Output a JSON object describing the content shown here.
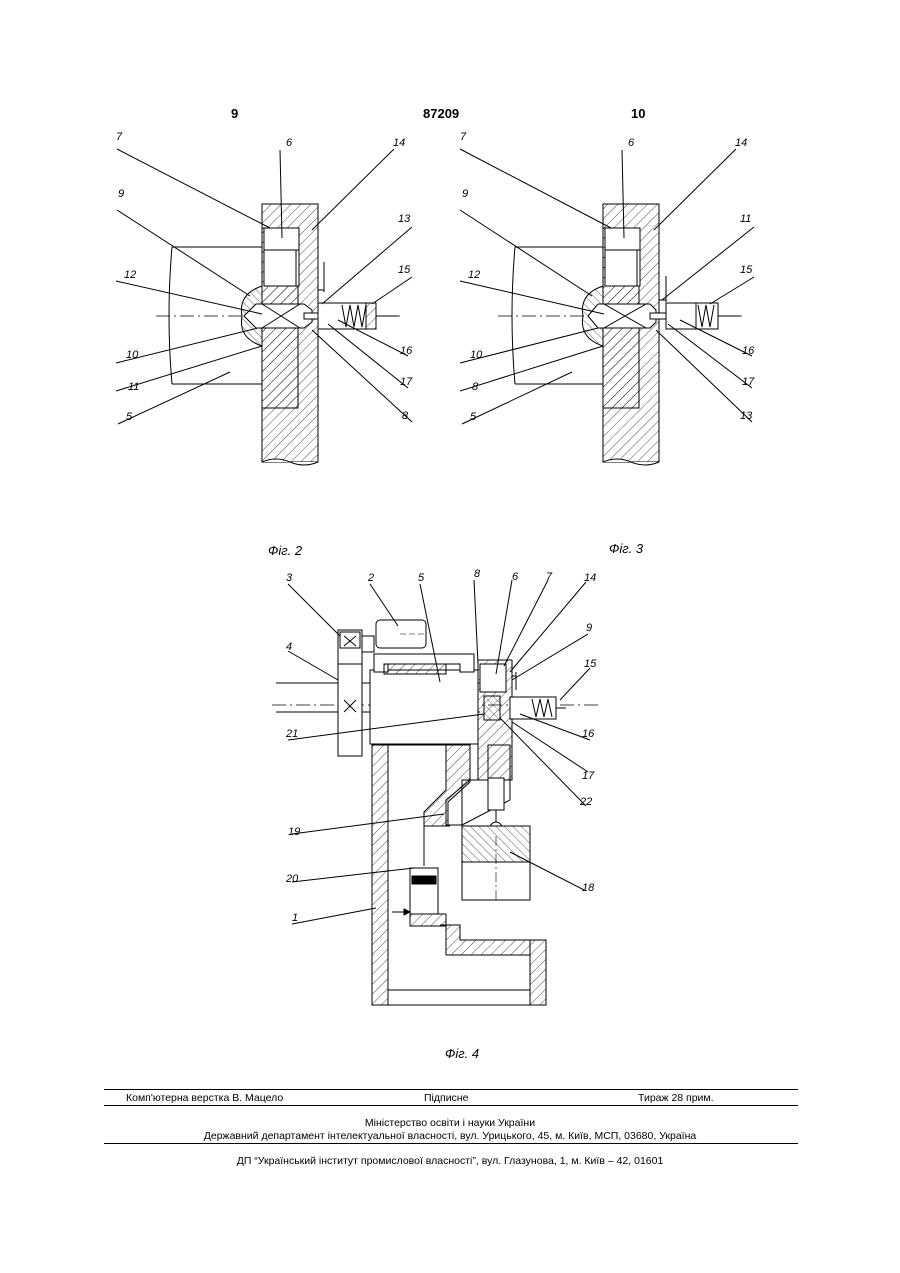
{
  "header": {
    "page_left": "9",
    "patent_number": "87209",
    "page_right": "10"
  },
  "fig2": {
    "caption": "Фіг. 2",
    "labels": {
      "l7": "7",
      "l6": "6",
      "l14": "14",
      "l9": "9",
      "l13": "13",
      "l12": "12",
      "l15": "15",
      "l10": "10",
      "l16": "16",
      "l11": "11",
      "l17": "17",
      "l5": "5",
      "l8": "8"
    }
  },
  "fig3": {
    "caption": "Фіг. 3",
    "labels": {
      "l7": "7",
      "l6": "6",
      "l14": "14",
      "l9": "9",
      "l11": "11",
      "l12": "12",
      "l15": "15",
      "l10": "10",
      "l16": "16",
      "l8": "8",
      "l17": "17",
      "l5": "5",
      "l13": "13"
    }
  },
  "fig4": {
    "caption": "Фіг. 4",
    "labels": {
      "l3": "3",
      "l2": "2",
      "l5": "5",
      "l8": "8",
      "l6": "6",
      "l7": "7",
      "l14": "14",
      "l4": "4",
      "l9": "9",
      "l15": "15",
      "l21": "21",
      "l16": "16",
      "l17": "17",
      "l22": "22",
      "l19": "19",
      "l20": "20",
      "l18": "18",
      "l1": "1"
    }
  },
  "footer": {
    "layout": "Комп'ютерна верстка В. Мацело",
    "signed": "Підписне",
    "circulation": "Тираж 28 прим.",
    "ministry": "Міністерство освіти і науки України",
    "department": "Державний департамент інтелектуальної власності, вул. Урицького, 45, м. Київ, МСП, 03680, Україна",
    "institute": "ДП “Український інститут промислової власності”, вул. Глазунова, 1, м. Київ – 42, 01601"
  }
}
